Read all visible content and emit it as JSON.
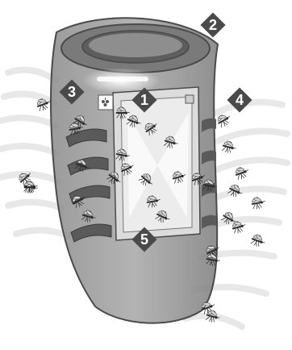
{
  "colors": {
    "background": "#ffffff",
    "trap_body": "#9a9a9a",
    "trap_outline": "#4a4a4a",
    "trap_top_inner": "#6f6f6f",
    "panel": "#dcdcdc",
    "callout_fill": "#4a4a4a",
    "callout_text": "#ffffff",
    "insect": "#2b2b2b",
    "swirl": "#e8e8e8"
  },
  "device": {
    "logo_icon": "grape-cluster-icon",
    "light_icon": "uv-light-icon"
  },
  "callouts": [
    {
      "id": "1",
      "label": "1"
    },
    {
      "id": "2",
      "label": "2"
    },
    {
      "id": "3",
      "label": "3"
    },
    {
      "id": "4",
      "label": "4"
    },
    {
      "id": "5",
      "label": "5"
    }
  ],
  "insects": {
    "icon": "mosquito-icon",
    "count": 34
  }
}
